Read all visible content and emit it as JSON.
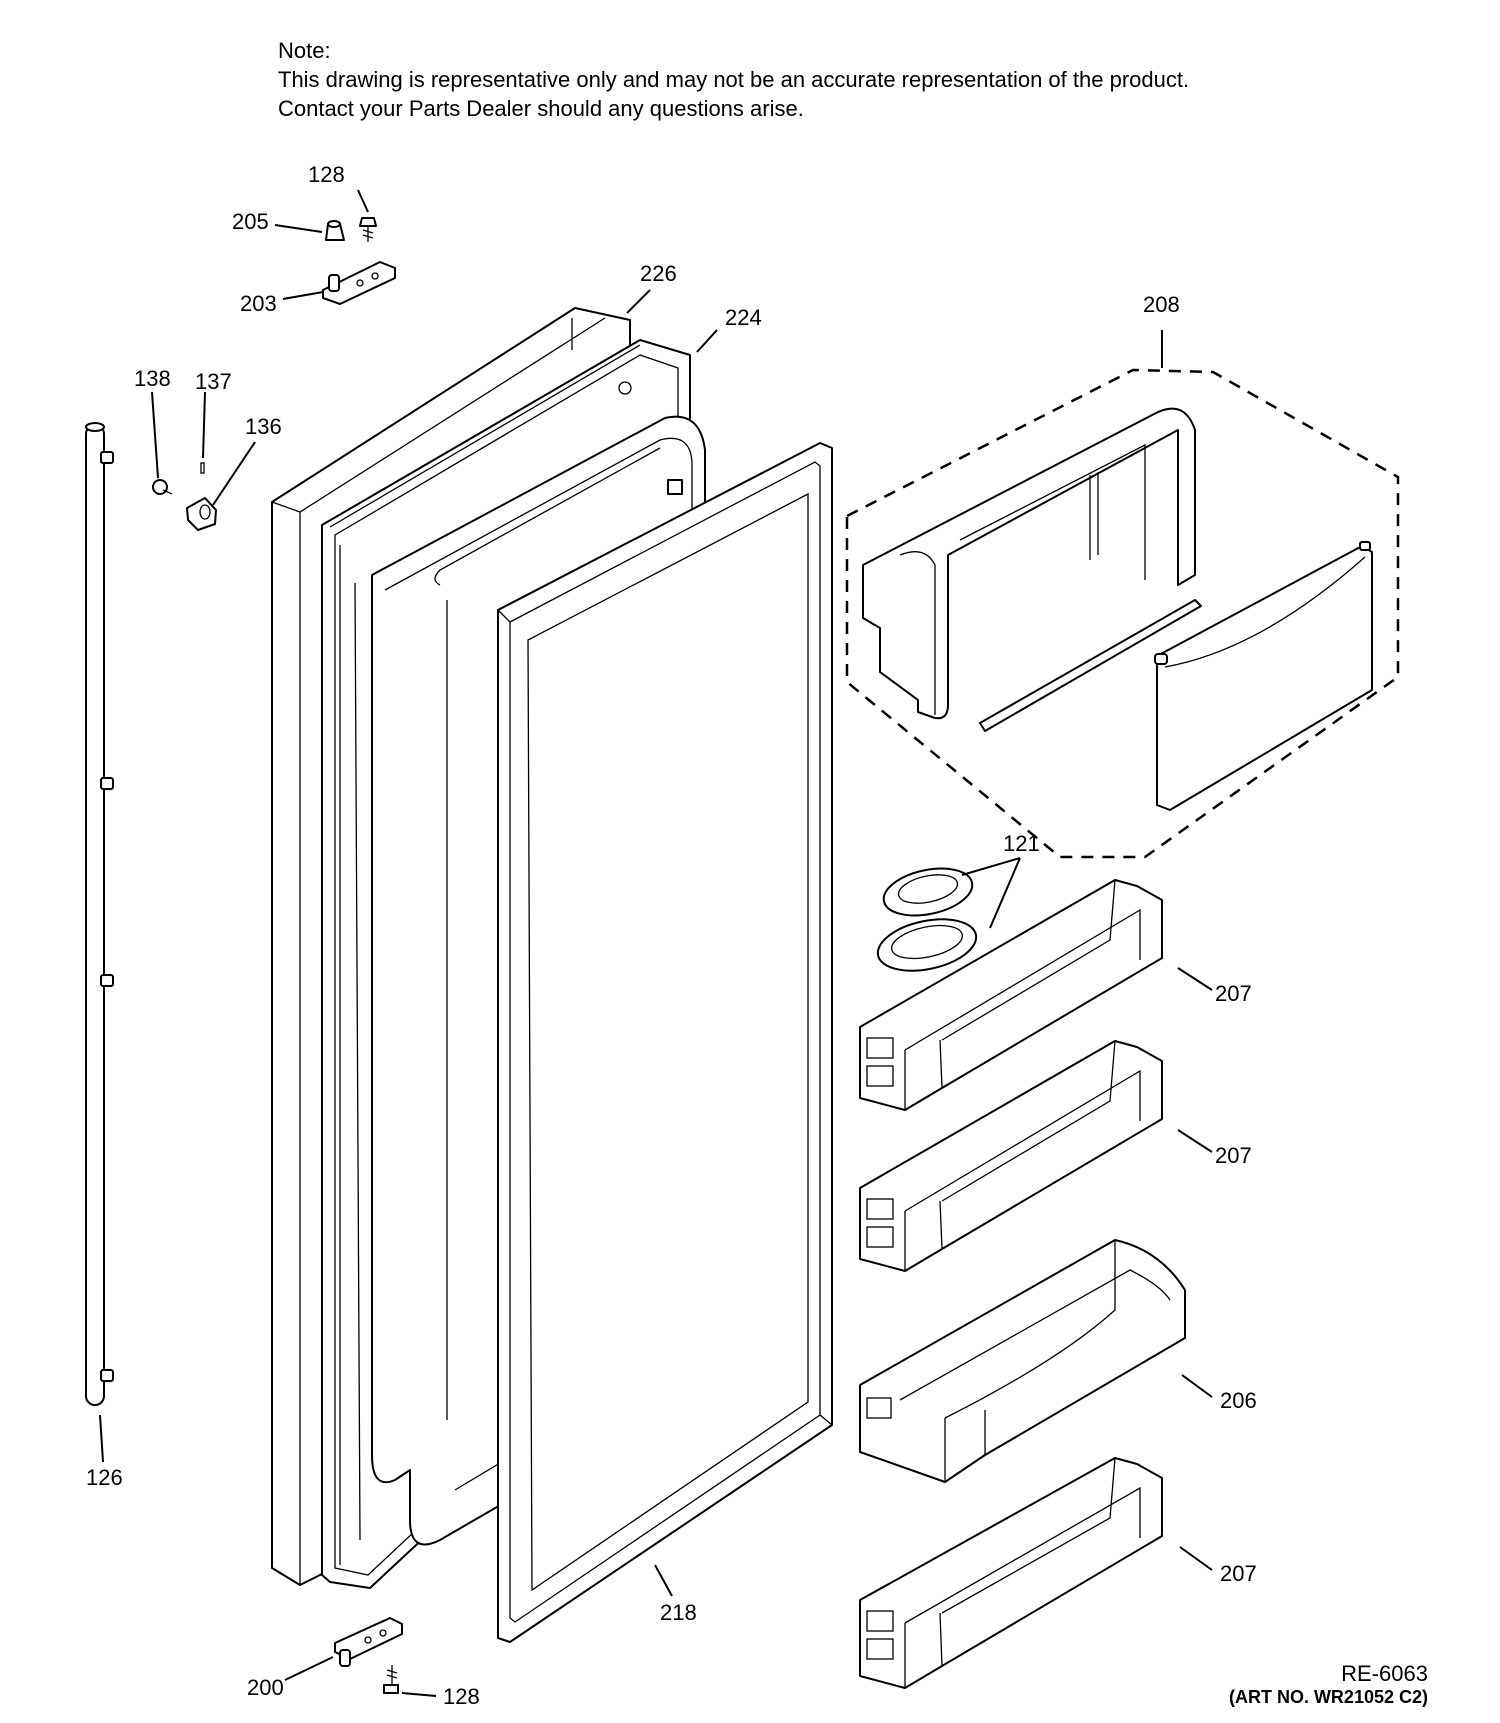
{
  "note": {
    "heading": "Note:",
    "line1": "This drawing is representative only and may not be an accurate representation of the product.",
    "line2": "Contact your Parts Dealer should any questions arise."
  },
  "callouts": {
    "c128_top": "128",
    "c205": "205",
    "c203": "203",
    "c226": "226",
    "c224": "224",
    "c208": "208",
    "c138": "138",
    "c137": "137",
    "c136": "136",
    "c121": "121",
    "c207_a": "207",
    "c207_b": "207",
    "c206": "206",
    "c207_c": "207",
    "c126": "126",
    "c218": "218",
    "c200": "200",
    "c128_bottom": "128"
  },
  "reference": {
    "code": "RE-6063",
    "art_no": "(ART NO. WR21052 C2)"
  }
}
